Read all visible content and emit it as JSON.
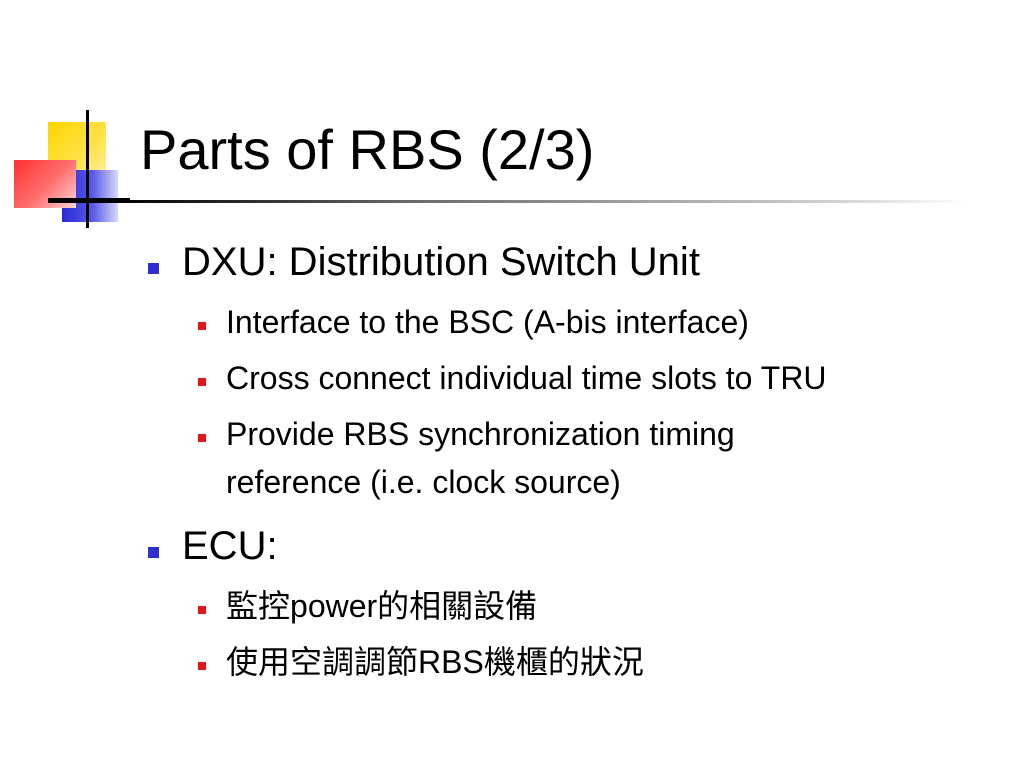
{
  "slide": {
    "title": "Parts of RBS (2/3)",
    "items": [
      {
        "text": "DXU: Distribution Switch Unit",
        "subitems": [
          {
            "text": "Interface to the BSC (A-bis interface)"
          },
          {
            "text": "Cross connect individual time slots to TRU"
          },
          {
            "line1": "Provide RBS synchronization timing",
            "line2": "reference (i.e. clock source)"
          }
        ]
      },
      {
        "text": "ECU:",
        "subitems": [
          {
            "prefix": "監控",
            "mid": "power",
            "suffix": "的相關設備"
          },
          {
            "prefix": "使用空調調節",
            "mid": "RBS",
            "suffix": "機櫃的狀況"
          }
        ]
      }
    ]
  },
  "colors": {
    "bullet_level1": "#2f2fd0",
    "bullet_level2": "#e01818",
    "logo_yellow": "#ffd400",
    "logo_blue": "#2a2ad6",
    "logo_red": "#ff3030"
  }
}
